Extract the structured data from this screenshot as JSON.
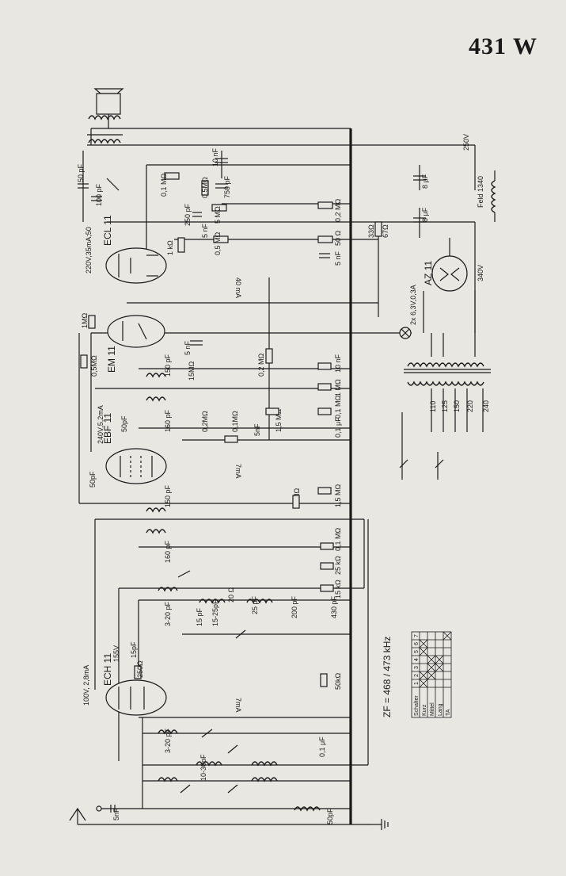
{
  "sheet": {
    "model": "431 W"
  },
  "tubes": [
    {
      "name": "ECL 11",
      "voltage": "220V,35mA;50",
      "current": "40 mA"
    },
    {
      "name": "EM 11"
    },
    {
      "name": "EBF 11",
      "voltage": "240V,5,2mA",
      "current": "7mA"
    },
    {
      "name": "ECH 11",
      "voltage": "100V, 2,8mA",
      "voltage2": "155V",
      "current": "7mA"
    },
    {
      "name": "AZ 11"
    }
  ],
  "labels": {
    "field_coil": "Feld 1340",
    "pilot": "2x 6,3V,0,3A",
    "if_freq": "ZF = 468 / 473 kHz",
    "voltage_taps": [
      "110",
      "125",
      "150",
      "220",
      "240"
    ],
    "dc_340": "340V",
    "dc_250": "250V",
    "r_33": "33Ω",
    "r_67": "67Ω"
  },
  "components": {
    "c_10nF_top": "10 nF",
    "c_8uF_1": "8 μF",
    "c_8uF_2": "8 μF",
    "c_50pF_out": "50 pF",
    "c_100pF": "100 pF",
    "r_01MOhm_a": "0,1 MΩ",
    "c_750pF": "750 pF",
    "r_05MOhm_a": "0,5MΩ",
    "r_5MOhm": "5 MΩ",
    "c_250pF": "250 pF",
    "c_5nF_a": "5 nF",
    "r_02MOhm_a": "0,2 MΩ",
    "r_1kOhm": "1 kΩ",
    "r_05MOhm_b": "0,5 MΩ",
    "r_50Ohm": "50 Ω",
    "c_5nF_b": "5 nF",
    "r_1MOhm": "1MΩ",
    "r_05MOhm_em": "0,5MΩ",
    "c_5nF_em": "5 nF",
    "r_02MOhm_em": "0,2 MΩ",
    "c_150pF_a": "150 pF",
    "r_15MOhm_a": "15MΩ",
    "c_160pF_a": "160 pF",
    "r_02MOhm_b": "0,2MΩ",
    "r_01MOhm_b": "0,1MΩ",
    "c_5nF_c": "5nF",
    "r_15MOhm_pot": "1,5 MΩ",
    "c_10nF_b": "10 nF",
    "r_1MOhm_b": "1 MΩ",
    "r_01MOhm_c": "0,1 MΩ",
    "c_01uF_a": "0,1 μF",
    "c_50pF_ebf": "50pF",
    "c_50pF_ebf2": "50pF",
    "c_150pF_b": "150 pF",
    "r_15MOhm_b": "15MΩ",
    "r_15MOhm_c": "1,5 MΩ",
    "c_160pF_b": "160 pF",
    "r_01MOhm_d": "0,1 MΩ",
    "r_25kOhm": "25 kΩ",
    "r_15kOhm": "15 kΩ",
    "r_20Ohm": "20 Ω",
    "c_3_20pF_a": "3-20 pF",
    "c_15pF": "15 pF",
    "c_15_25pF": "15-25pF",
    "c_25pF": "25 pF",
    "c_200pF": "200 pF",
    "c_430pF": "430 pF",
    "c_15pF_b": "15pF",
    "r_250Ohm": "250Ω",
    "r_50kOhm": "50kΩ",
    "c_3_20pF_b": "3-20 pF",
    "c_10_30pF": "10-30pF",
    "c_01uF_b": "0,1 μF",
    "c_5nF_ant": "5nF",
    "c_50pF_ant": "50pF"
  },
  "switch_table": {
    "header": [
      "Schalter",
      "1",
      "2",
      "3",
      "4",
      "5",
      "6",
      "7"
    ],
    "rows": [
      {
        "name": "Kurz",
        "marks": [
          1,
          1,
          0,
          0,
          1,
          1,
          0
        ]
      },
      {
        "name": "Mittel",
        "marks": [
          0,
          1,
          1,
          1,
          0,
          0,
          0
        ]
      },
      {
        "name": "Lang",
        "marks": [
          0,
          0,
          1,
          1,
          0,
          0,
          0
        ]
      },
      {
        "name": "TA",
        "marks": [
          0,
          0,
          0,
          0,
          0,
          0,
          1
        ]
      }
    ]
  }
}
